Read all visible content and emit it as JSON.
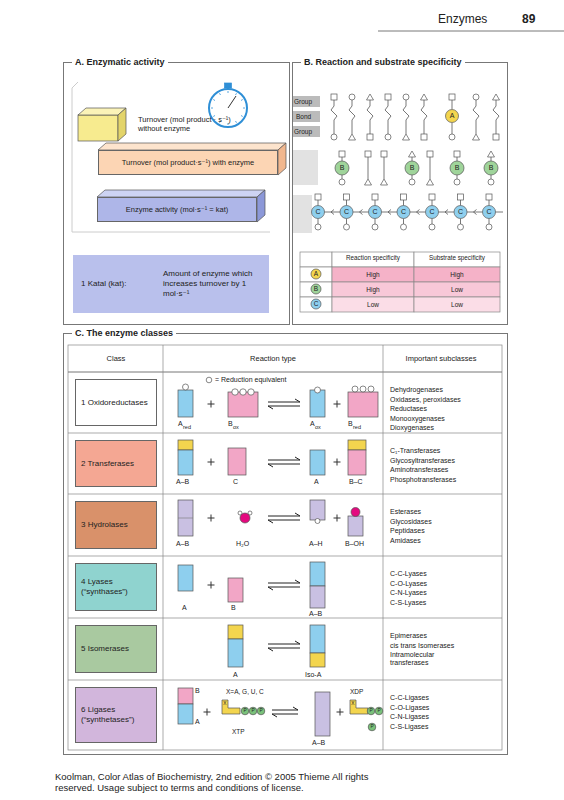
{
  "diagram": {
    "title": "Enzymes",
    "caption": "Koolman, Color Atlas of Biochemistry, 2nd edition © 2005 Thieme All rights reserved. Usage subject to terms and conditions of license.",
    "nodes": [
      {
        "text": [
          "A. Enzymatic activity"
        ]
      },
      {
        "text": [
          "Turnover (mol product·s⁻¹) with enzyme"
        ],
        "in": 0
      },
      {
        "text": [
          "Enzyme activity (mol·s⁻¹ = kat)"
        ],
        "in": 0
      },
      {
        "text": [
          "1 Katal (kat):",
          "Amount of enzyme which increases turnover by 1 mol·s⁻¹"
        ],
        "in": 0
      },
      {
        "text": [
          "B. Reaction and substrate specificity"
        ]
      },
      {
        "text": [
          "C. The enzyme classes"
        ]
      },
      {
        "text": [
          "1 Oxidoreductases"
        ],
        "in": 5
      },
      {
        "text": [
          "2 Transferases"
        ],
        "in": 5
      },
      {
        "text": [
          "3 Hydrolases"
        ],
        "in": 5
      },
      {
        "text": [
          "4 Lyases (“synthases”)"
        ],
        "in": 5
      },
      {
        "text": [
          "5 Isomerases"
        ],
        "in": 5
      },
      {
        "text": [
          "6 Ligases (“synthetases”)"
        ],
        "in": 5
      }
    ],
    "labels": [
      "89",
      "Turnover (mol product · s⁻¹) without enzyme",
      "Group",
      "Bond",
      "Group",
      "A",
      "B",
      "B",
      "B",
      "B",
      "C",
      "C",
      "C",
      "C",
      "C",
      "C",
      "C",
      "Reaction specificity",
      "Substrate specificity",
      "A",
      "High",
      "High",
      "B",
      "High",
      "Low",
      "C",
      "Low",
      "Low",
      "Class",
      "Reaction type",
      "Important subclasses",
      "A",
      "red",
      "B",
      "ox",
      "A",
      "ox",
      "B",
      "red",
      "Dehydrogenases",
      "Oxidases, peroxidases",
      "Reductases",
      "Monooxygenases",
      "Dioxygenases",
      "A–B",
      "C",
      "A",
      "B–C",
      "C₁-Transferases",
      "Glycosyltransferases",
      "Aminotransferases",
      "Phosphotransferases",
      "A–B",
      "H₂O",
      "A–H",
      "B–OH",
      "Esterases",
      "Glycosidases",
      "Peptidases",
      "Amidases",
      "A",
      "B",
      "A–B",
      "C-C-Lyases",
      "C-O-Lyases",
      "C-N-Lyases",
      "C-S-Lyases",
      "A",
      "Iso-A",
      "Epimerases",
      "cis trans Isomerases",
      "Intramolecular transferases",
      "B",
      "A",
      "X=A, G, U, C",
      "X",
      "P",
      "P",
      "P",
      "XTP",
      "XDP",
      "X",
      "P",
      "P",
      "P",
      "A–B",
      "C-C-Ligases",
      "C-O-Ligases",
      "C-N-Ligases",
      "C-S-Ligases"
    ],
    "legend": [
      {
        "text": "= Reduction equivalent"
      }
    ]
  }
}
